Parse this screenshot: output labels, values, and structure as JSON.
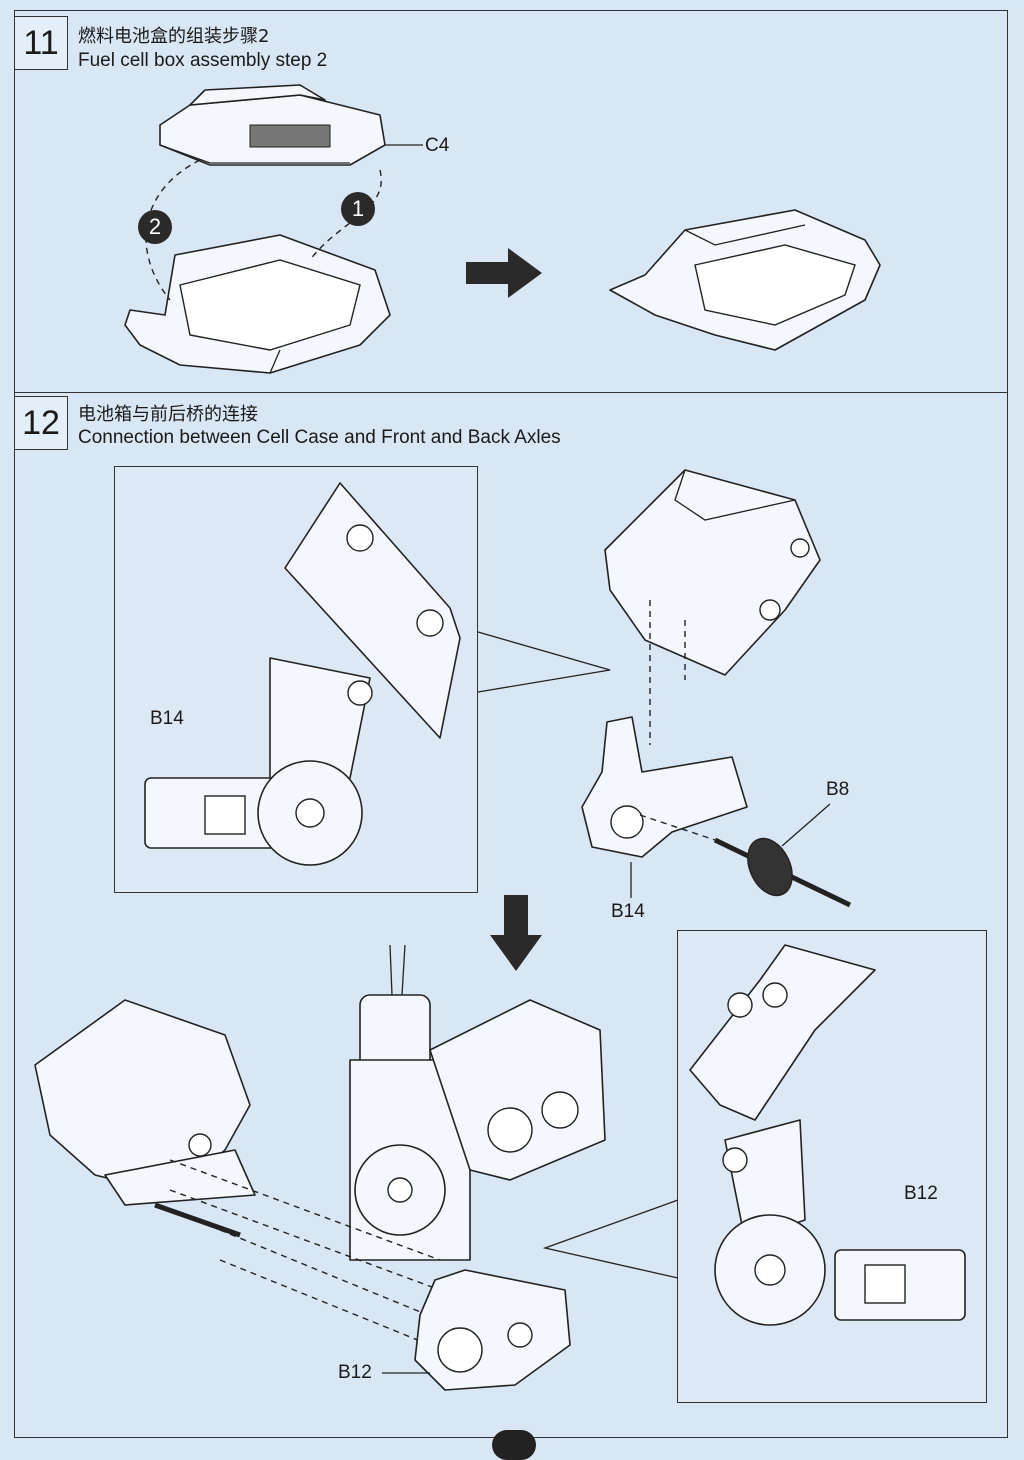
{
  "step11": {
    "number": "11",
    "title_zh": "燃料电池盒的组装步骤2",
    "title_en": "Fuel cell box assembly step 2",
    "part_label": "C4",
    "badge_1": "1",
    "badge_2": "2"
  },
  "step12": {
    "number": "12",
    "title_zh": "电池箱与前后桥的连接",
    "title_en": "Connection between Cell Case and Front and Back Axles",
    "label_b14_detail": "B14",
    "label_b8": "B8",
    "label_b14_main": "B14",
    "label_b12_detail": "B12",
    "label_b12_main": "B12"
  },
  "colors": {
    "paper": "#d9e7f4",
    "ink": "#1a1a1a"
  }
}
